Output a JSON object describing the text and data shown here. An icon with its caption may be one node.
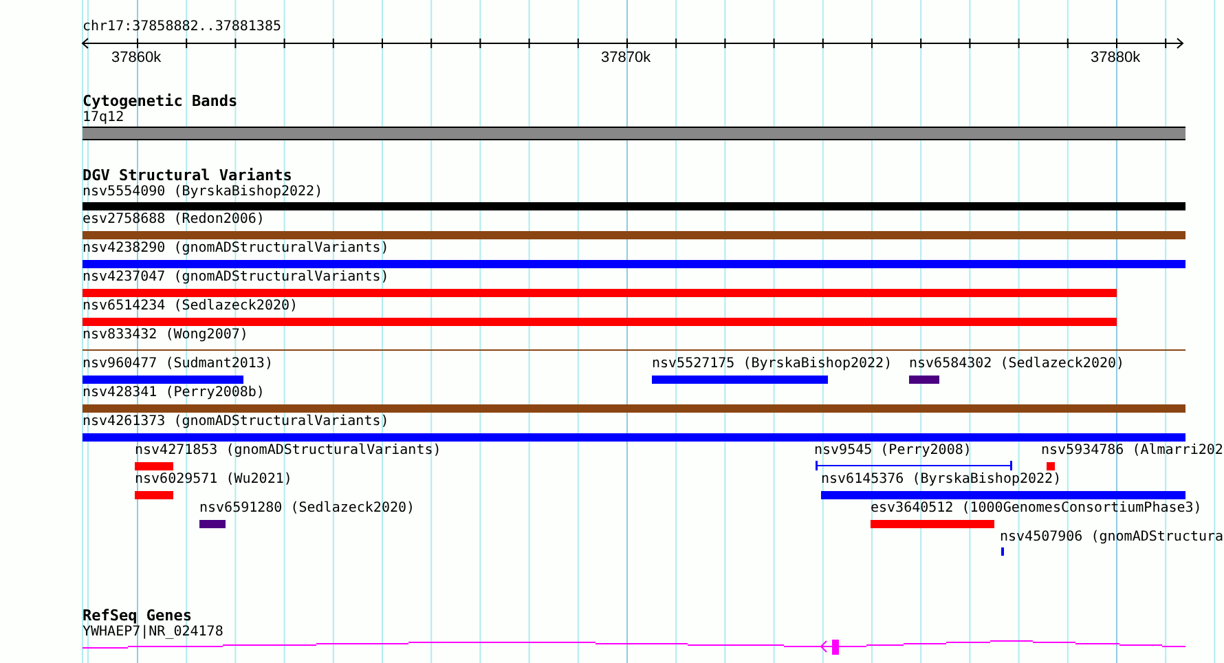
{
  "diagram": {
    "nodes": [
      {
        "text": [
          "Cytogenetic Bands"
        ]
      },
      {
        "text": [
          "17q12"
        ],
        "in": 0
      },
      {
        "text": [
          "DGV Structural Variants"
        ]
      },
      {
        "text": [
          "nsv5554090 (ByrskaBishop2022)"
        ],
        "in": 2
      },
      {
        "text": [
          "esv2758688 (Redon2006)"
        ],
        "in": 2
      },
      {
        "text": [
          "nsv4238290 (gnomADStructuralVariants)"
        ],
        "in": 2
      },
      {
        "text": [
          "nsv4237047 (gnomADStructuralVariants)"
        ],
        "in": 2
      },
      {
        "text": [
          "nsv6514234 (Sedlazeck2020)"
        ],
        "in": 2
      },
      {
        "text": [
          "nsv833432 (Wong2007)"
        ],
        "in": 2
      },
      {
        "text": [
          "nsv960477 (Sudmant2013)"
        ],
        "in": 2
      },
      {
        "text": [
          "nsv5527175 (ByrskaBishop2022)"
        ],
        "in": 2
      },
      {
        "text": [
          "nsv6584302 (Sedlazeck2020)"
        ],
        "in": 2
      },
      {
        "text": [
          "nsv428341 (Perry2008b)"
        ],
        "in": 2
      },
      {
        "text": [
          "nsv4261373 (gnomADStructuralVariants)"
        ],
        "in": 2
      },
      {
        "text": [
          "nsv4271853 (gnomADStructuralVariants)"
        ],
        "in": 2
      },
      {
        "text": [
          "nsv9545 (Perry2008)"
        ],
        "in": 2
      },
      {
        "text": [
          "nsv5934786 (Almarri202"
        ],
        "in": 2
      },
      {
        "text": [
          "nsv6029571 (Wu2021)"
        ],
        "in": 2
      },
      {
        "text": [
          "nsv6145376 (ByrskaBishop2022)"
        ],
        "in": 2
      },
      {
        "text": [
          "nsv6591280 (Sedlazeck2020)"
        ],
        "in": 2
      },
      {
        "text": [
          "esv3640512 (1000GenomesConsortiumPhase3)"
        ],
        "in": 2
      },
      {
        "text": [
          "nsv4507906 (gnomADStructura"
        ],
        "in": 2
      },
      {
        "text": [
          "RefSeq Genes"
        ]
      },
      {
        "text": [
          "YWHAEP7|NR_024178"
        ],
        "in": 22
      }
    ],
    "edges": [],
    "labels": [
      "chr17:37858882..37881385",
      "37860k",
      "37870k",
      "37880k"
    ]
  }
}
